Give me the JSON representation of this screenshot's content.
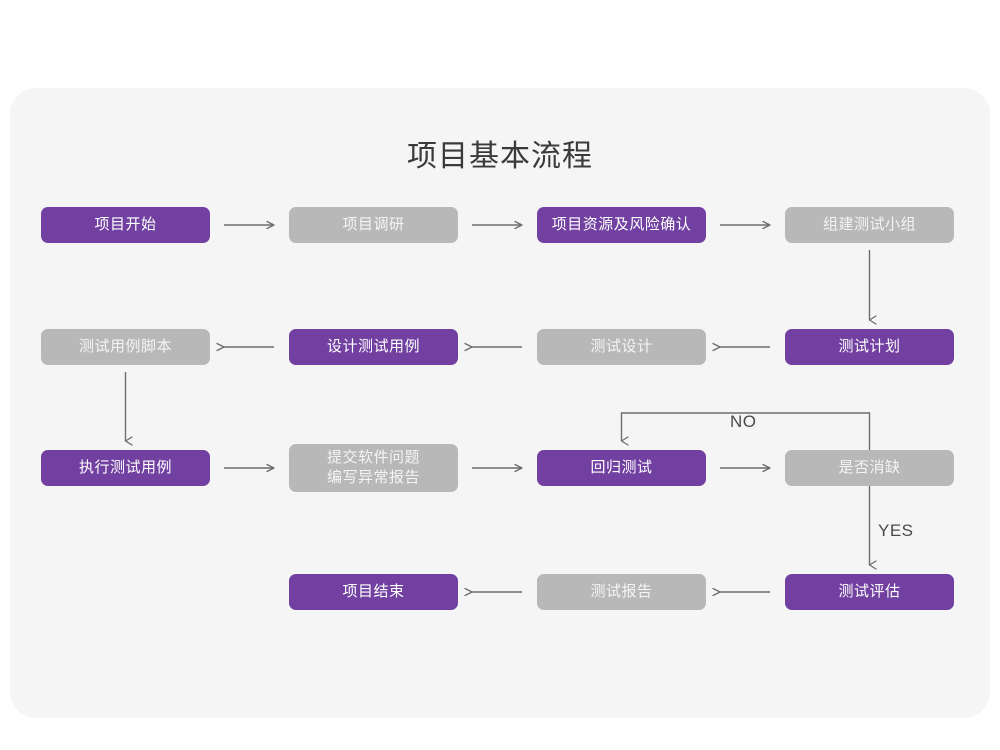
{
  "page": {
    "title": "项目基本流程",
    "background": "#ffffff",
    "card_background": "#f5f5f5"
  },
  "colors": {
    "purple": "#7140a0",
    "gray": "#b8b8b8",
    "purple_text": "#ffffff",
    "gray_text": "#f4f4f4",
    "arrow": "#6d6d6d",
    "title_text": "#3a3a3a"
  },
  "chart_data": {
    "type": "diagram",
    "title": "项目基本流程",
    "nodes": [
      {
        "id": "n1",
        "label": "项目开始",
        "style": "purple",
        "row": 1,
        "col": 1
      },
      {
        "id": "n2",
        "label": "项目调研",
        "style": "gray",
        "row": 1,
        "col": 2
      },
      {
        "id": "n3",
        "label": "项目资源及风险确认",
        "style": "purple",
        "row": 1,
        "col": 3
      },
      {
        "id": "n4",
        "label": "组建测试小组",
        "style": "gray",
        "row": 1,
        "col": 4
      },
      {
        "id": "n5",
        "label": "测试计划",
        "style": "purple",
        "row": 2,
        "col": 4
      },
      {
        "id": "n6",
        "label": "测试设计",
        "style": "gray",
        "row": 2,
        "col": 3
      },
      {
        "id": "n7",
        "label": "设计测试用例",
        "style": "purple",
        "row": 2,
        "col": 2
      },
      {
        "id": "n8",
        "label": "测试用例脚本",
        "style": "gray",
        "row": 2,
        "col": 1
      },
      {
        "id": "n9",
        "label": "执行测试用例",
        "style": "purple",
        "row": 3,
        "col": 1
      },
      {
        "id": "n10",
        "label": "提交软件问题\n编写异常报告",
        "style": "gray",
        "row": 3,
        "col": 2
      },
      {
        "id": "n11",
        "label": "回归测试",
        "style": "purple",
        "row": 3,
        "col": 3
      },
      {
        "id": "n12",
        "label": "是否消缺",
        "style": "gray",
        "row": 3,
        "col": 4
      },
      {
        "id": "n13",
        "label": "测试评估",
        "style": "purple",
        "row": 4,
        "col": 4
      },
      {
        "id": "n14",
        "label": "测试报告",
        "style": "gray",
        "row": 4,
        "col": 3
      },
      {
        "id": "n15",
        "label": "项目结束",
        "style": "purple",
        "row": 4,
        "col": 2
      }
    ],
    "edges": [
      {
        "from": "n1",
        "to": "n2",
        "label": "",
        "dir": "right"
      },
      {
        "from": "n2",
        "to": "n3",
        "label": "",
        "dir": "right"
      },
      {
        "from": "n3",
        "to": "n4",
        "label": "",
        "dir": "right"
      },
      {
        "from": "n4",
        "to": "n5",
        "label": "",
        "dir": "down"
      },
      {
        "from": "n5",
        "to": "n6",
        "label": "",
        "dir": "left"
      },
      {
        "from": "n6",
        "to": "n7",
        "label": "",
        "dir": "left"
      },
      {
        "from": "n7",
        "to": "n8",
        "label": "",
        "dir": "left"
      },
      {
        "from": "n8",
        "to": "n9",
        "label": "",
        "dir": "down"
      },
      {
        "from": "n9",
        "to": "n10",
        "label": "",
        "dir": "right"
      },
      {
        "from": "n10",
        "to": "n11",
        "label": "",
        "dir": "right"
      },
      {
        "from": "n11",
        "to": "n12",
        "label": "",
        "dir": "right"
      },
      {
        "from": "n12",
        "to": "n11",
        "label": "NO",
        "dir": "up-left-down"
      },
      {
        "from": "n12",
        "to": "n13",
        "label": "YES",
        "dir": "down"
      },
      {
        "from": "n13",
        "to": "n14",
        "label": "",
        "dir": "left"
      },
      {
        "from": "n14",
        "to": "n15",
        "label": "",
        "dir": "left"
      }
    ],
    "edge_labels": {
      "no": "NO",
      "yes": "YES"
    }
  }
}
